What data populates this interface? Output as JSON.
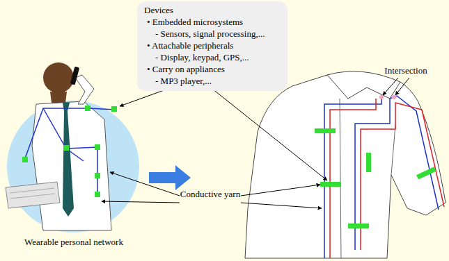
{
  "diagram": {
    "nodes": [
      {
        "text": [
          "Devices",
          "• Embedded microsystems",
          "- Sensors, signal processing,...",
          "• Attachable peripherals",
          "- Display, keypad, GPS,...",
          "• Carry on appliances",
          "- MP3 player,..."
        ]
      }
    ],
    "labels": [
      "Conductive yarn",
      "Intersection",
      "Wearable personal network"
    ]
  }
}
